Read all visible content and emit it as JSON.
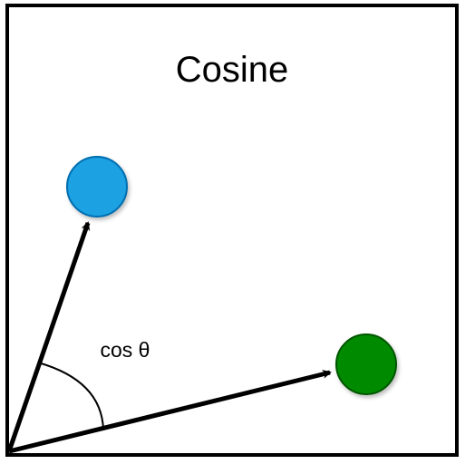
{
  "diagram": {
    "title": "Cosine",
    "angle_label": "cos θ",
    "points": [
      {
        "name": "blue-point",
        "color": "#1BA1E2",
        "stroke": "#006EAF"
      },
      {
        "name": "green-point",
        "color": "#008A00",
        "stroke": "#005700"
      }
    ],
    "colors": {
      "frame": "#000000",
      "vectors": "#000000",
      "arc": "#000000"
    }
  }
}
